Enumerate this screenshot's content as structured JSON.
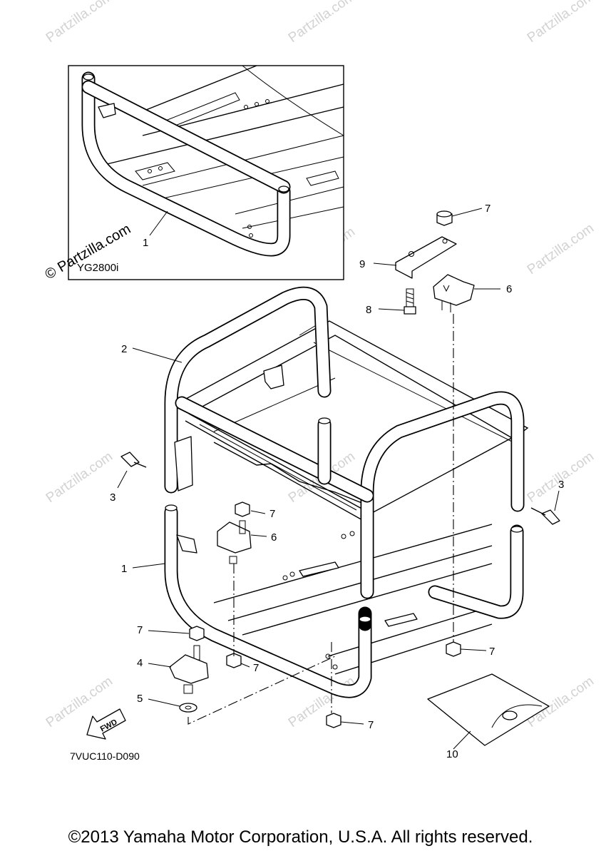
{
  "watermark": "Partzilla.com",
  "inset": {
    "model_label": "YG2800i",
    "part_number": "1",
    "watermark_text": "© Partzilla.com"
  },
  "callouts": {
    "top_nut": "7",
    "bracket_9": "9",
    "bolt_8": "8",
    "mount_6_top": "6",
    "frame_upper": "2",
    "pin_left": "3",
    "pin_right": "3",
    "nut_mid": "7",
    "mount_6_mid": "6",
    "frame_lower": "1",
    "nut_left": "7",
    "mount_4": "4",
    "nut_front_center": "7",
    "washer_5": "5",
    "nut_right": "7",
    "nut_bottom": "7",
    "manual_10": "10"
  },
  "fwd_label": "FWD",
  "diagram_code": "7VUC110-D090",
  "copyright": "©2013 Yamaha Motor Corporation, U.S.A. All rights reserved."
}
